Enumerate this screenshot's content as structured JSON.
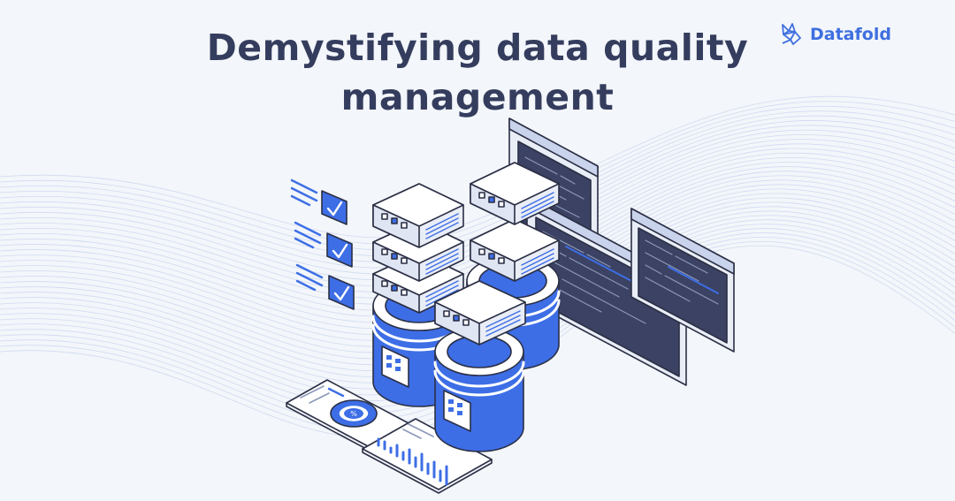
{
  "header": {
    "title_line1": "Demystifying data quality",
    "title_line2": "management"
  },
  "brand": {
    "name": "Datafold",
    "logo_icon": "origami-bird-icon"
  },
  "illustration": {
    "checklist_items": 3,
    "gauge_symbol": "%",
    "icons": [
      "checkbox-checked-icon",
      "server-stack-icon",
      "code-window-icon",
      "bar-chart-card-icon",
      "percentage-gauge-icon"
    ]
  },
  "colors": {
    "background": "#f3f6fa",
    "title": "#353d5e",
    "accent": "#3f6fe0",
    "server_blue": "#3d6ee6",
    "terminal_dark": "#3b4263",
    "outline": "#2b2f45"
  }
}
